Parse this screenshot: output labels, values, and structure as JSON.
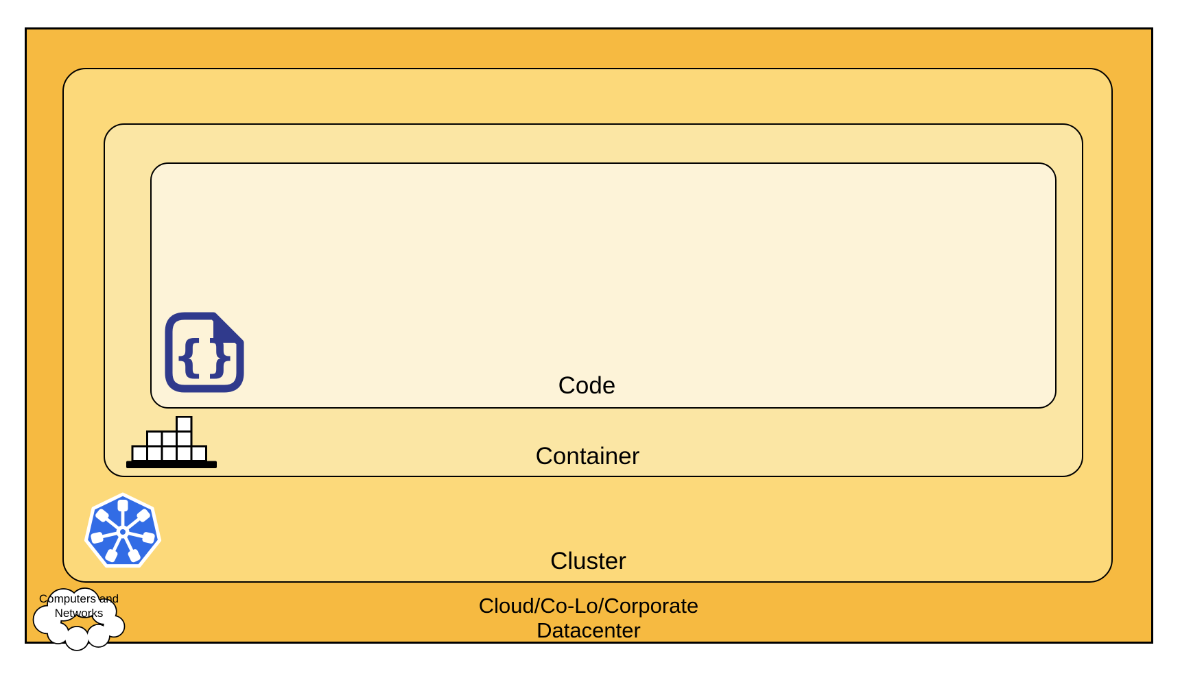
{
  "layers": [
    {
      "id": "code",
      "label": "Code",
      "fill": "#FDF3D8"
    },
    {
      "id": "container",
      "label": "Container",
      "fill": "#FBE6A4"
    },
    {
      "id": "cluster",
      "label": "Cluster",
      "fill": "#FCD97A"
    },
    {
      "id": "datacenter",
      "label": "Cloud/Co-Lo/Corporate Datacenter",
      "label_line1": "Cloud/Co-Lo/Corporate",
      "label_line2": "Datacenter",
      "fill": "#F6BA41"
    }
  ],
  "cloud_callout": {
    "label": "Computers and Networks",
    "line1": "Computers and",
    "line2": "Networks"
  },
  "icons": {
    "code_file": {
      "name": "code-file-icon",
      "glyph": "{}",
      "color": "#303A8C"
    },
    "container_blocks": {
      "name": "container-blocks-icon",
      "block_fill": "#FFFFFF",
      "outline": "#000000"
    },
    "kubernetes": {
      "name": "kubernetes-icon",
      "heptagon_fill": "#326CE5",
      "wheel_color": "#FFFFFF"
    },
    "cloud": {
      "name": "cloud-icon",
      "fill": "#FFFFFF",
      "stroke": "#000000"
    }
  },
  "colors": {
    "page_background": "#FFFFFF",
    "border": "#000000",
    "text": "#000000"
  }
}
